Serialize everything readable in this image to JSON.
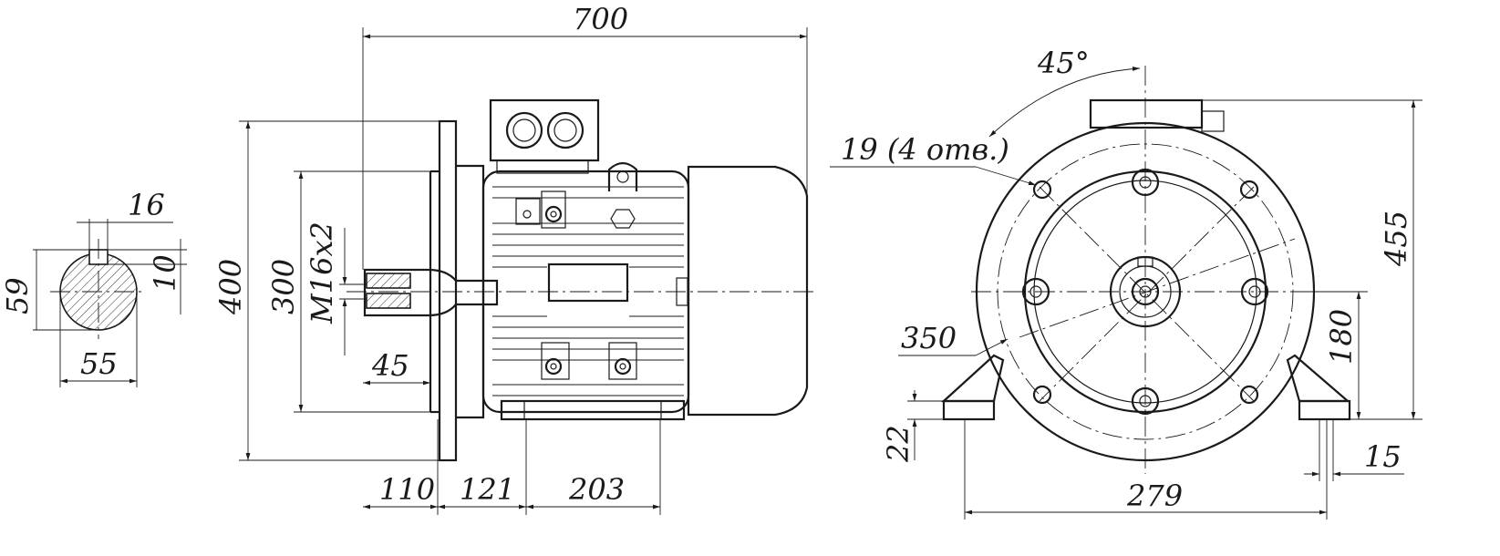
{
  "dimensions": {
    "overall_length": "700",
    "flange_diameter": "400",
    "pilot_diameter": "300",
    "thread": "M16x2",
    "spigot_depth": "45",
    "shaft_length": "110",
    "flange_to_foot": "121",
    "foot_span": "203",
    "key_width": "16",
    "key_depth": "10",
    "shaft_key_height": "59",
    "shaft_diameter": "55",
    "angle": "45°",
    "flange_holes": "19 (4 отв.)",
    "bolt_circle": "350",
    "total_height": "455",
    "shaft_height": "180",
    "foot_thickness": "22",
    "foot_hole": "15",
    "foot_width": "279"
  }
}
